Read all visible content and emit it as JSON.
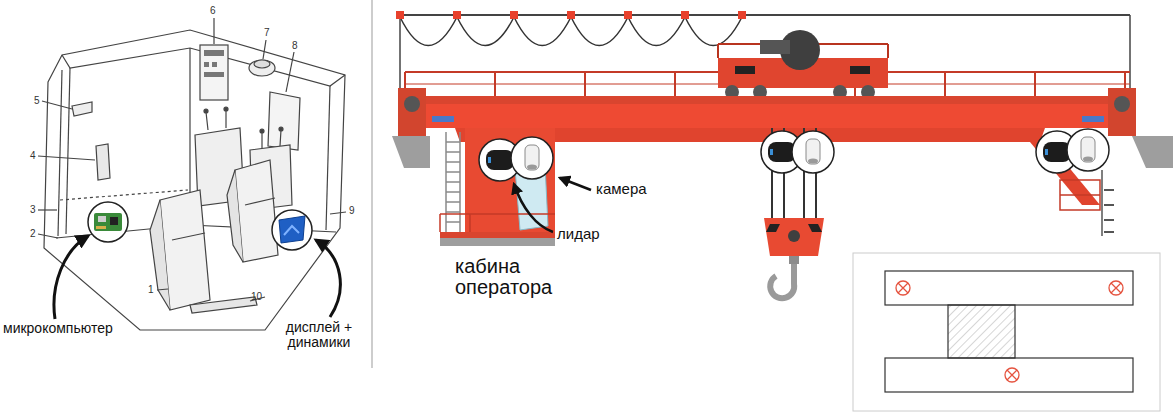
{
  "diagram": {
    "labels": [
      "1",
      "2",
      "3",
      "4",
      "5",
      "6",
      "7",
      "8",
      "9",
      "10",
      "микрокомпьютер",
      "дисплей + динамики",
      "камера",
      "лидар",
      "кабина оператора"
    ]
  }
}
